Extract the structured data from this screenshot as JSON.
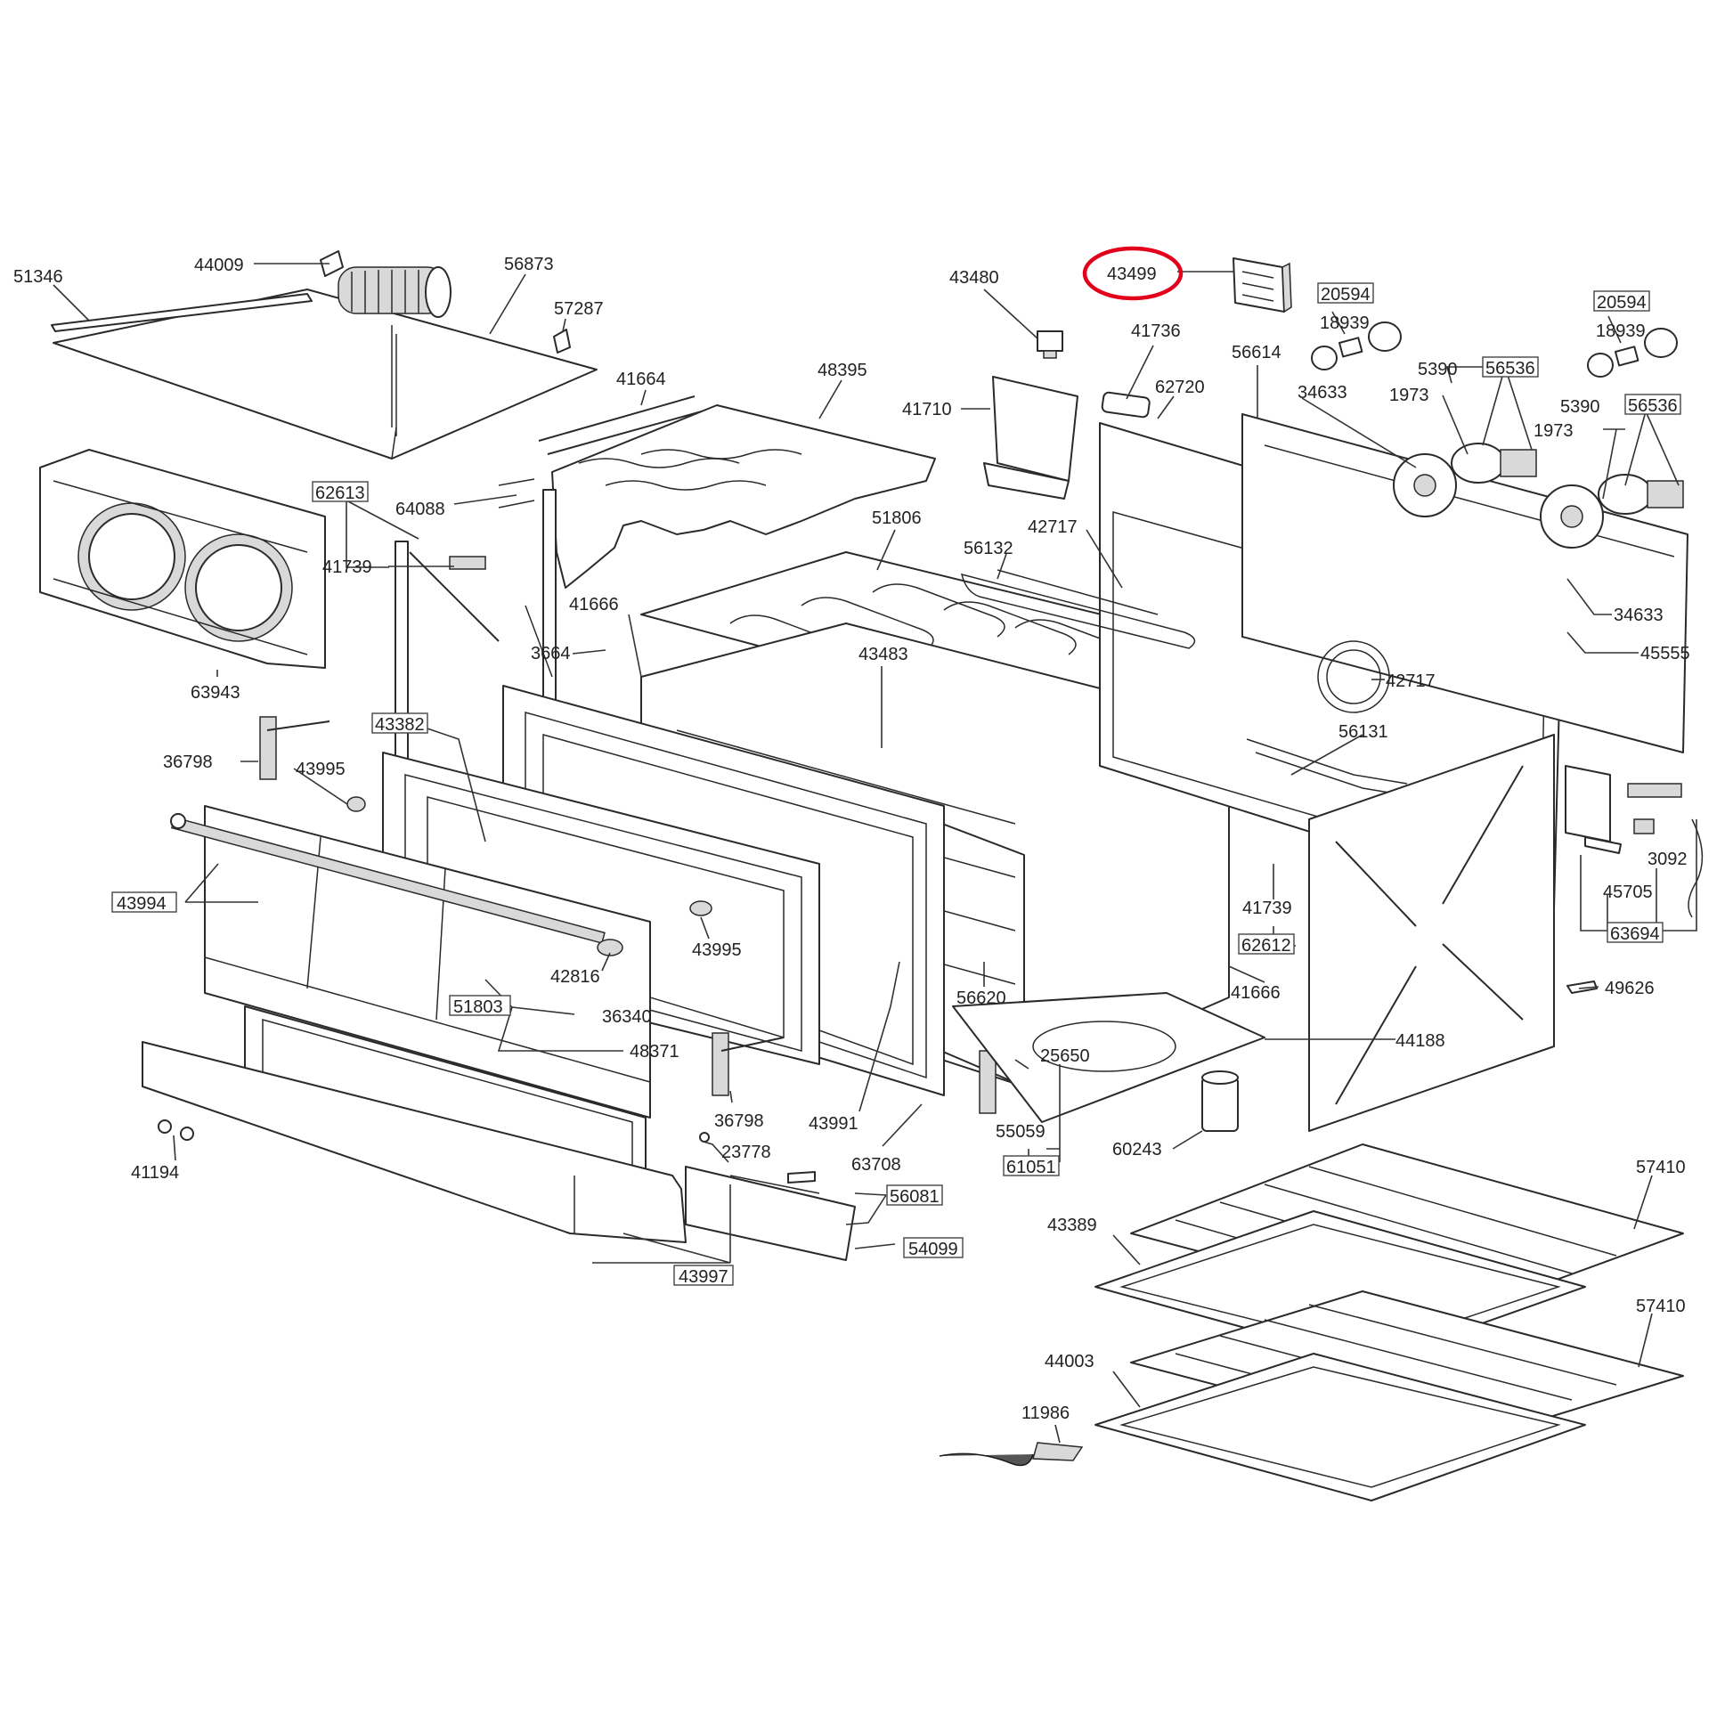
{
  "diagram": {
    "highlight_color": "#e3001b",
    "highlighted_part": "43499",
    "labels": [
      {
        "id": "l1",
        "text": "51346"
      },
      {
        "id": "l2",
        "text": "44009"
      },
      {
        "id": "l3",
        "text": "56873"
      },
      {
        "id": "l4",
        "text": "57287"
      },
      {
        "id": "l5",
        "text": "43480"
      },
      {
        "id": "l6",
        "text": "43499"
      },
      {
        "id": "l7",
        "text": "20594"
      },
      {
        "id": "l8",
        "text": "18939"
      },
      {
        "id": "l9",
        "text": "20594"
      },
      {
        "id": "l10",
        "text": "18939"
      },
      {
        "id": "l11",
        "text": "41736"
      },
      {
        "id": "l12",
        "text": "56614"
      },
      {
        "id": "l13",
        "text": "62720"
      },
      {
        "id": "l14",
        "text": "5390"
      },
      {
        "id": "l15",
        "text": "56536"
      },
      {
        "id": "l16",
        "text": "34633"
      },
      {
        "id": "l17",
        "text": "1973"
      },
      {
        "id": "l18",
        "text": "5390"
      },
      {
        "id": "l19",
        "text": "56536"
      },
      {
        "id": "l20",
        "text": "1973"
      },
      {
        "id": "l21",
        "text": "41664"
      },
      {
        "id": "l22",
        "text": "48395"
      },
      {
        "id": "l23",
        "text": "41710"
      },
      {
        "id": "l24",
        "text": "62613"
      },
      {
        "id": "l25",
        "text": "64088"
      },
      {
        "id": "l26",
        "text": "41739"
      },
      {
        "id": "l27",
        "text": "51806"
      },
      {
        "id": "l28",
        "text": "56132"
      },
      {
        "id": "l29",
        "text": "42717"
      },
      {
        "id": "l30",
        "text": "41666"
      },
      {
        "id": "l31",
        "text": "3664"
      },
      {
        "id": "l32",
        "text": "43483"
      },
      {
        "id": "l33",
        "text": "34633"
      },
      {
        "id": "l34",
        "text": "45555"
      },
      {
        "id": "l35",
        "text": "42717"
      },
      {
        "id": "l36",
        "text": "63943"
      },
      {
        "id": "l37",
        "text": "43382"
      },
      {
        "id": "l38",
        "text": "56131"
      },
      {
        "id": "l39",
        "text": "36798"
      },
      {
        "id": "l40",
        "text": "43995"
      },
      {
        "id": "l41",
        "text": "43994"
      },
      {
        "id": "l42",
        "text": "3092"
      },
      {
        "id": "l43",
        "text": "45705"
      },
      {
        "id": "l44",
        "text": "63694"
      },
      {
        "id": "l45",
        "text": "41739"
      },
      {
        "id": "l46",
        "text": "62612"
      },
      {
        "id": "l47",
        "text": "43995"
      },
      {
        "id": "l48",
        "text": "42816"
      },
      {
        "id": "l49",
        "text": "51803"
      },
      {
        "id": "l50",
        "text": "36340"
      },
      {
        "id": "l51",
        "text": "48371"
      },
      {
        "id": "l52",
        "text": "56620"
      },
      {
        "id": "l53",
        "text": "41666"
      },
      {
        "id": "l54",
        "text": "49626"
      },
      {
        "id": "l55",
        "text": "44188"
      },
      {
        "id": "l56",
        "text": "25650"
      },
      {
        "id": "l57",
        "text": "36798"
      },
      {
        "id": "l58",
        "text": "43991"
      },
      {
        "id": "l59",
        "text": "55059"
      },
      {
        "id": "l60",
        "text": "60243"
      },
      {
        "id": "l61",
        "text": "61051"
      },
      {
        "id": "l62",
        "text": "23778"
      },
      {
        "id": "l63",
        "text": "63708"
      },
      {
        "id": "l64",
        "text": "41194"
      },
      {
        "id": "l65",
        "text": "56081"
      },
      {
        "id": "l66",
        "text": "57410"
      },
      {
        "id": "l67",
        "text": "43389"
      },
      {
        "id": "l68",
        "text": "54099"
      },
      {
        "id": "l69",
        "text": "43997"
      },
      {
        "id": "l70",
        "text": "57410"
      },
      {
        "id": "l71",
        "text": "44003"
      },
      {
        "id": "l72",
        "text": "11986"
      }
    ]
  }
}
